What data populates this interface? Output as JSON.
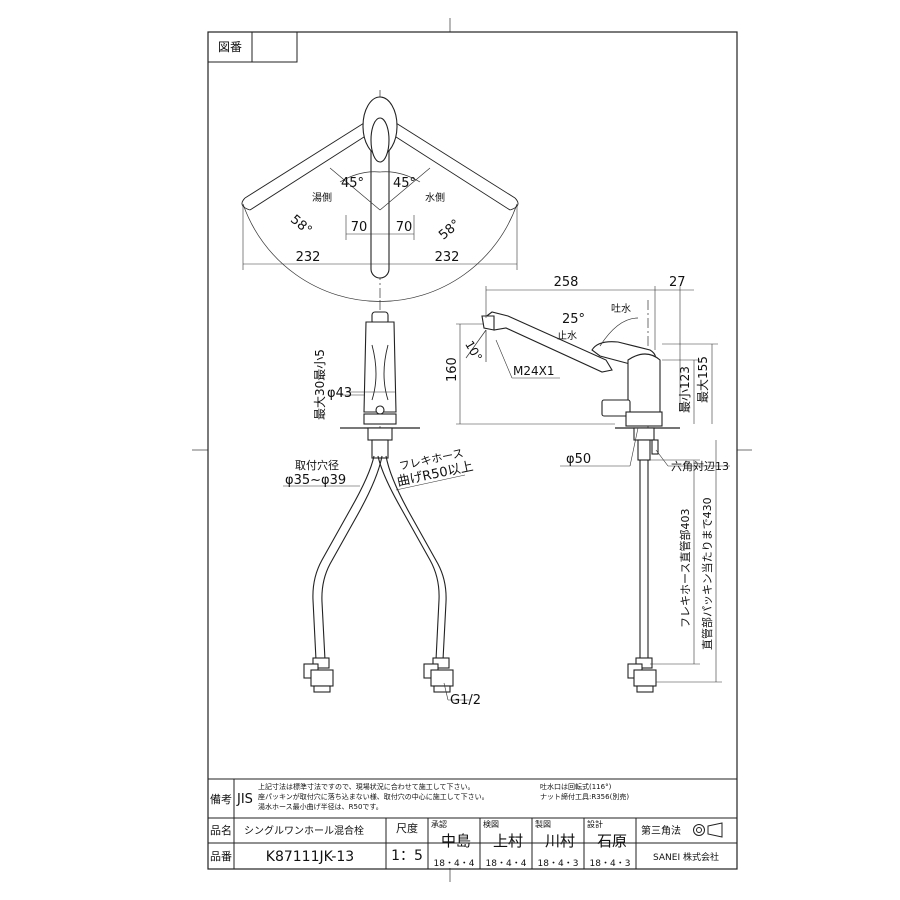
{
  "drawing_number_label": "図番",
  "plan_view": {
    "hot_label": "湯側",
    "cold_label": "水側",
    "angle_hot": "45°",
    "angle_cold": "45°",
    "swing_left": "58°",
    "swing_right": "58°",
    "offset_left": "70",
    "offset_right": "70",
    "reach_left": "232",
    "reach_right": "232"
  },
  "front_view": {
    "height_range": "最大30最小5",
    "diameter": "φ43",
    "mount_hole_title": "取付穴径",
    "mount_hole_range": "φ35~φ39",
    "hose_note_line1": "フレキホース",
    "hose_note_line2": "曲げR50以上",
    "thread": "G1/2"
  },
  "side_view": {
    "spout_length": "258",
    "base_offset": "27",
    "spout_angle": "25°",
    "outlet_label": "吐水",
    "stop_label": "止水",
    "tilt_angle": "10°",
    "height_160": "160",
    "nut_thread": "M24X1",
    "min_height": "最小123",
    "max_height": "最大155",
    "base_diameter": "φ50",
    "hex_size": "六角対辺13",
    "hose_direct": "フレキホース直管部403",
    "hose_packing": "直管部パッキン当たりまで430"
  },
  "notes": {
    "remarks_label": "備考",
    "jis_mark": "JIS",
    "line1": "上記寸法は標準寸法ですので、現場状況に合わせて施工して下さい。",
    "line2": "座パッキンが取付穴に落ち込まない様、取付穴の中心に施工して下さい。",
    "line3": "湯水ホース最小曲げ半径は、R50です。",
    "spout_rotation": "吐水口は回転式(116°)",
    "nut_tool": "ナット締付工具:R356(別売)"
  },
  "title_block": {
    "product_name_label": "品名",
    "product_name": "シングルワンホール混合栓",
    "product_number_label": "品番",
    "product_number": "K87111JK-13",
    "scale_label": "尺度",
    "scale": "1：5",
    "approved_label": "承認",
    "approved_name": "中島",
    "approved_date": "18・4・4",
    "checked_label": "検図",
    "checked_name": "上村",
    "checked_date": "18・4・4",
    "drawn_label": "製図",
    "drawn_name": "川村",
    "drawn_date": "18・4・3",
    "designed_label": "設計",
    "designed_name": "石原",
    "designed_date": "18・4・3",
    "projection_label": "第三角法",
    "company": "SANEI 株式会社"
  }
}
